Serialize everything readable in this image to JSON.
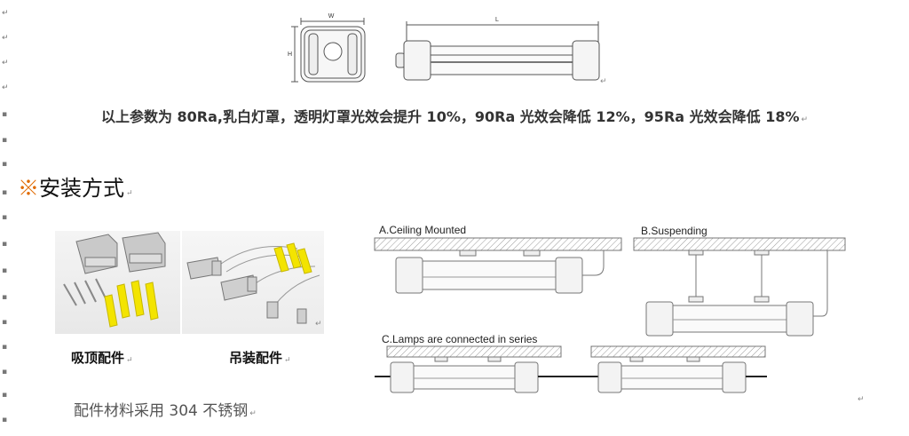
{
  "dimension_labels": {
    "width": "W",
    "height": "H",
    "length": "L"
  },
  "paragraph_marker": "↵",
  "note_paragraph": "以上参数为 80Ra,乳白灯罩，透明灯罩光效会提升 10%，90Ra 光效会降低 12%，95Ra 光效会降低 18%",
  "section": {
    "symbol": "※",
    "title": "安装方式"
  },
  "photos": [
    {
      "caption": "吸顶配件"
    },
    {
      "caption": "吊装配件"
    }
  ],
  "material_note": "配件材料采用 304 不锈钢",
  "diagrams": {
    "ceiling": "A.Ceiling Mounted",
    "suspending": "B.Suspending",
    "series": "C.Lamps are connected in series"
  }
}
